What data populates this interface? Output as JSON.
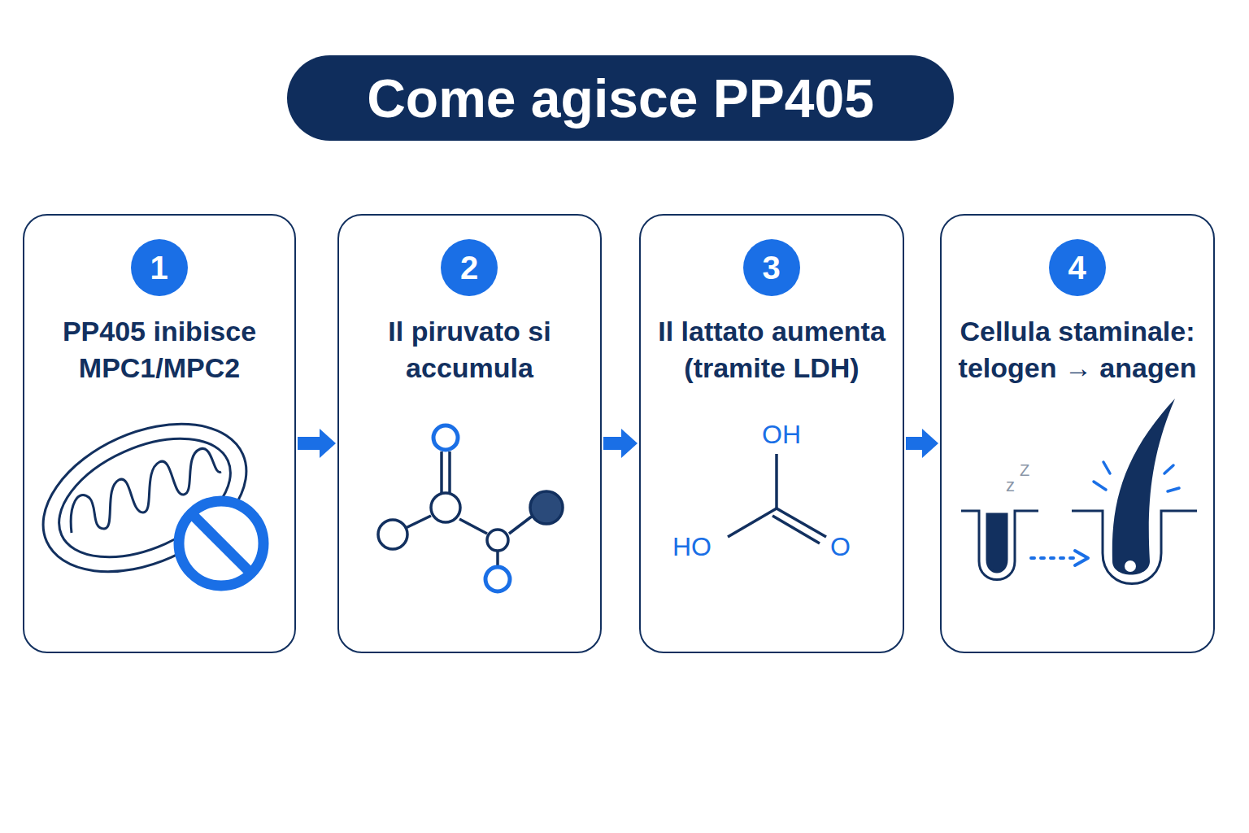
{
  "diagram": {
    "title": "Come agisce PP405",
    "nodes": [
      {
        "text": [
          "PP405 inibisce MPC1/MPC2"
        ]
      },
      {
        "text": [
          "1"
        ],
        "in": 0
      },
      {
        "text": [
          "Il piruvato si accumula"
        ]
      },
      {
        "text": [
          "2"
        ],
        "in": 2
      },
      {
        "text": [
          "Il lattato aumenta (tramite LDH)"
        ]
      },
      {
        "text": [
          "3"
        ],
        "in": 4
      },
      {
        "text": [
          "Cellula staminale: telogen → anagen"
        ]
      },
      {
        "text": [
          "4"
        ],
        "in": 6
      }
    ],
    "edges": [
      {
        "from": 0,
        "to": 2,
        "arrow": "to"
      },
      {
        "from": 2,
        "to": 4,
        "arrow": "to"
      },
      {
        "from": 4,
        "to": 6,
        "arrow": "to"
      }
    ],
    "labels": [
      "OH",
      "HO",
      "O",
      "z",
      "Z"
    ]
  }
}
